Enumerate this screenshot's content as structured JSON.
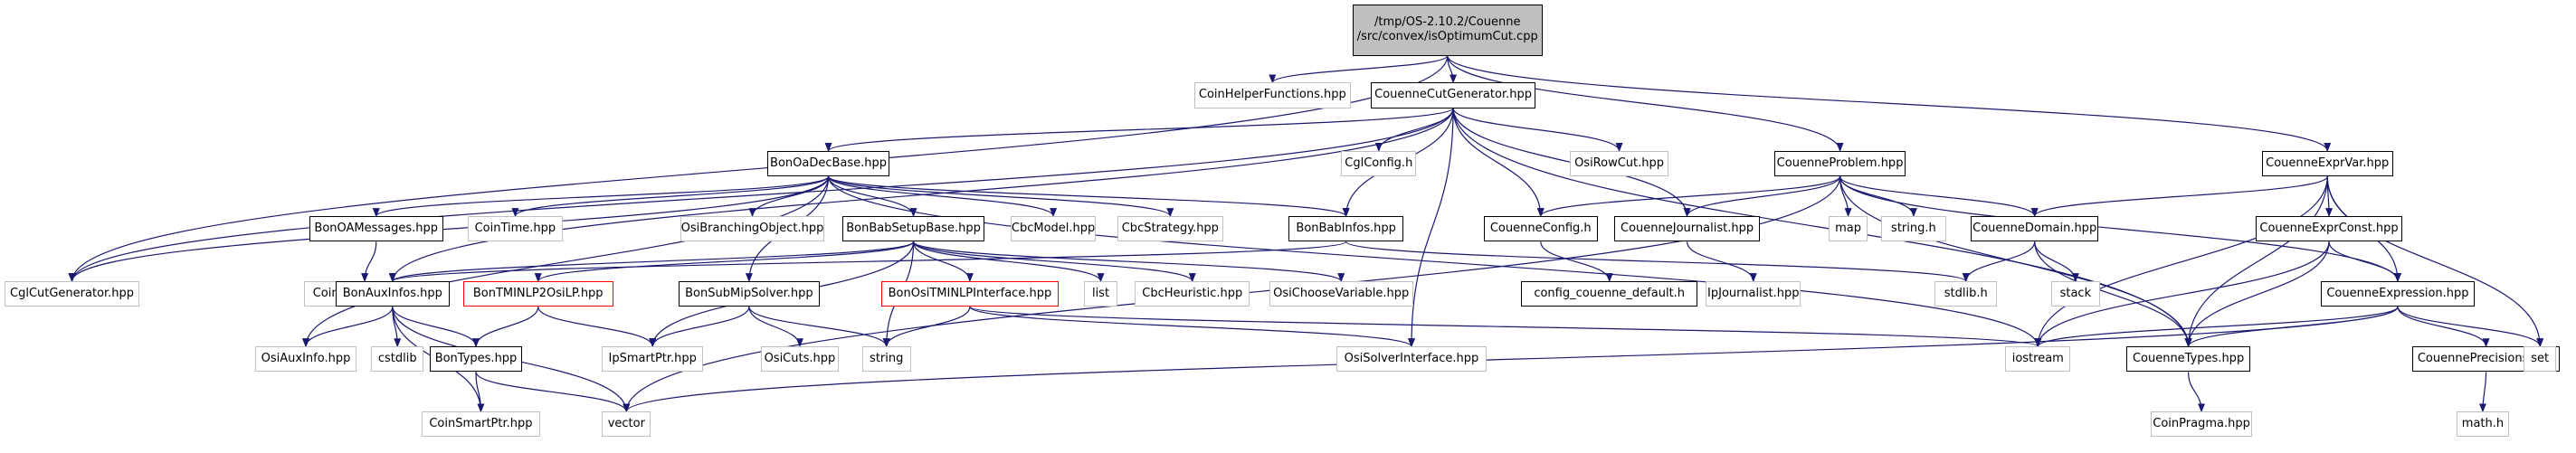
{
  "colors": {
    "edge": "#191970",
    "node_border": "#000000",
    "node_border_missing": "#bfbfbf",
    "node_border_truncated": "#ff0000",
    "root_fill": "#bfbfbf"
  },
  "nodes": {
    "root": {
      "line1": "/tmp/OS-2.10.2/Couenne",
      "line2": "/src/convex/isOptimumCut.cpp"
    },
    "coin_helper_functions": "CoinHelperFunctions.hpp",
    "couenne_cut_generator": "CouenneCutGenerator.hpp",
    "cgl_cut_generator": "CglCutGenerator.hpp",
    "couenne_problem": "CouenneProblem.hpp",
    "couenne_expr_var": "CouenneExprVar.hpp",
    "bon_oa_dec_base": "BonOaDecBase.hpp",
    "cgl_config": "CglConfig.h",
    "osi_row_cut": "OsiRowCut.hpp",
    "bon_oa_messages": "BonOAMessages.hpp",
    "coin_time": "CoinTime.hpp",
    "osi_branching_object": "OsiBranchingObject.hpp",
    "bon_bab_setup_base": "BonBabSetupBase.hpp",
    "cbc_model": "CbcModel.hpp",
    "cbc_strategy": "CbcStrategy.hpp",
    "bon_bab_infos": "BonBabInfos.hpp",
    "couenne_config": "CouenneConfig.h",
    "couenne_journalist": "CouenneJournalist.hpp",
    "map": "map",
    "string_h": "string.h",
    "couenne_domain": "CouenneDomain.hpp",
    "couenne_expr_const": "CouenneExprConst.hpp",
    "coin_message": "CoinMessage.hpp",
    "bon_aux_infos": "BonAuxInfos.hpp",
    "bon_tminlp2osilp": "BonTMINLP2OsiLP.hpp",
    "bon_sub_mip_solver": "BonSubMipSolver.hpp",
    "bon_osi_tminlp_interface": "BonOsiTMINLPInterface.hpp",
    "list": "list",
    "cbc_heuristic": "CbcHeuristic.hpp",
    "osi_choose_variable": "OsiChooseVariable.hpp",
    "config_couenne_default": "config_couenne_default.h",
    "ip_journalist": "IpJournalist.hpp",
    "stdlib_h": "stdlib.h",
    "stack": "stack",
    "couenne_expression": "CouenneExpression.hpp",
    "osi_aux_info": "OsiAuxInfo.hpp",
    "cstdlib": "cstdlib",
    "bon_types": "BonTypes.hpp",
    "ip_smart_ptr": "IpSmartPtr.hpp",
    "osi_cuts": "OsiCuts.hpp",
    "string": "string",
    "osi_solver_interface": "OsiSolverInterface.hpp",
    "iostream": "iostream",
    "couenne_types": "CouenneTypes.hpp",
    "couenne_precisions": "CouennePrecisions.hpp",
    "set": "set",
    "coin_smart_ptr": "CoinSmartPtr.hpp",
    "vector": "vector",
    "coin_pragma": "CoinPragma.hpp",
    "math_h": "math.h"
  }
}
